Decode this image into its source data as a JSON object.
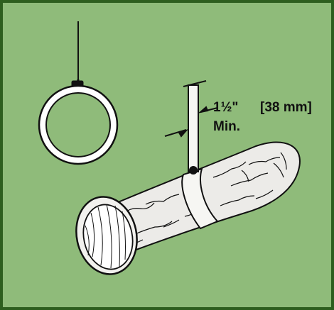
{
  "diagram": {
    "width_label": "1½\"",
    "metric_label": "[38 mm]",
    "min_label": "Min.",
    "colors": {
      "background": "#8fbb7a",
      "border": "#2e5e1f",
      "line": "#111111",
      "duct_fill": "#ecebe8",
      "strap_fill": "#f6f6f3"
    }
  }
}
